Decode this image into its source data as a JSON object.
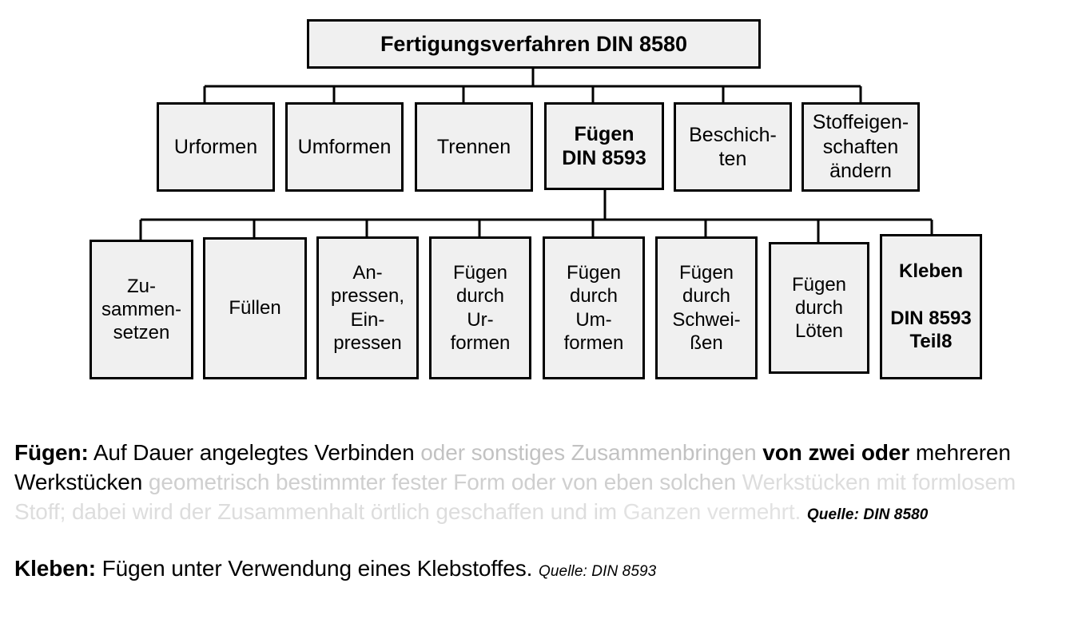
{
  "diagram": {
    "title": "Fertigungsverfahren DIN 8580",
    "root": {
      "label": "Fertigungsverfahren DIN 8580"
    },
    "level1": [
      {
        "label": "Urformen",
        "emphasis": false
      },
      {
        "label": "Umformen",
        "emphasis": false
      },
      {
        "label": "Trennen",
        "emphasis": false
      },
      {
        "label": "Fügen\nDIN 8593",
        "emphasis": true
      },
      {
        "label": "Beschich-\nten",
        "emphasis": false
      },
      {
        "label": "Stoffeigen-\nschaften\nändern",
        "emphasis": false
      }
    ],
    "level2": [
      {
        "label": "Zu-\nsammen-\nsetzen",
        "emphasis": false
      },
      {
        "label": "Füllen",
        "emphasis": false
      },
      {
        "label": "An-\npressen,\nEin-\npressen",
        "emphasis": false
      },
      {
        "label": "Fügen\ndurch\nUr-\nformen",
        "emphasis": false
      },
      {
        "label": "Fügen\ndurch\nUm-\nformen",
        "emphasis": false
      },
      {
        "label": "Fügen\ndurch\nSchwei-\nßen",
        "emphasis": false
      },
      {
        "label": "Fügen\ndurch\nLöten",
        "emphasis": false
      },
      {
        "label": "Kleben\n\nDIN 8593\nTeil8",
        "emphasis": true
      }
    ]
  },
  "definitions": {
    "fuegen": {
      "term": "Fügen:",
      "seg_black_1": " Auf Dauer angelegtes Verbinden",
      "seg_gray_1": " oder sonstiges Zusammenbringen",
      "seg_bold_1": " von zwei oder",
      "seg_black_2": "mehreren Werkstücken",
      "seg_gray_2": " geometrisch bestimmter fester Form oder von eben solchen",
      "seg_gray_3": "Werkstücken mit formlosem Stoff; dabei wird der Zusammenhalt örtlich geschaffen und im",
      "seg_gray_4": "Ganzen vermehrt.",
      "source": "Quelle: DIN 8580"
    },
    "kleben": {
      "term": "Kleben:",
      "body": " Fügen unter Verwendung eines Klebstoffes.",
      "source": "Quelle: DIN 8593"
    }
  },
  "colors": {
    "box_fill": "#f0f0f0",
    "box_border": "#000000",
    "text": "#000000",
    "faded_1": "#c2c2c2",
    "faded_2": "#cfcfcf",
    "faded_3": "#dddddd",
    "faded_4": "#e2e2e2",
    "page_background": "#ffffff"
  }
}
